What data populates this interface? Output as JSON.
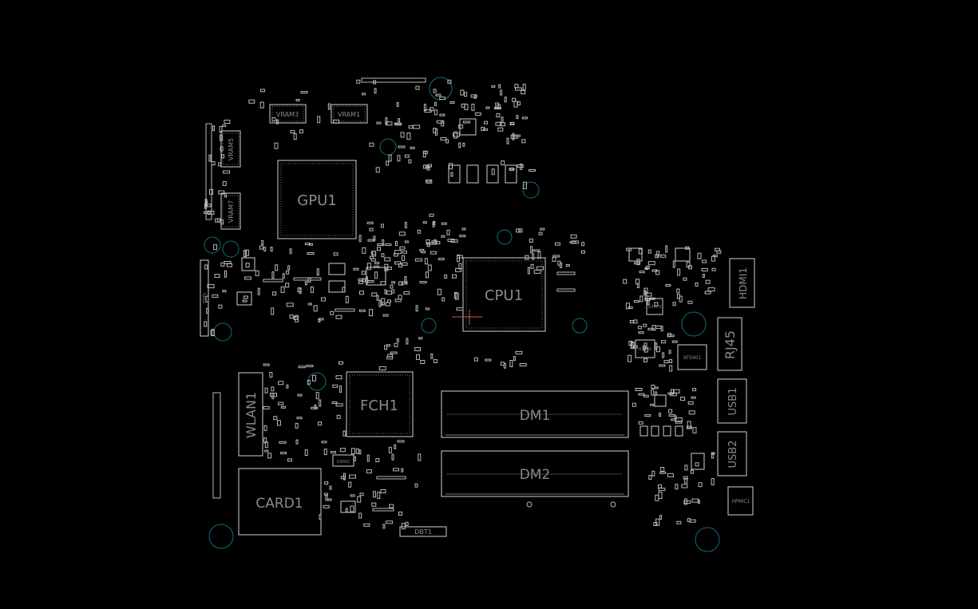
{
  "theme": {
    "background": "#000000",
    "outline": "#cfcfcf",
    "label": "#8a8a8a",
    "mounting_hole": "#0f6f7a",
    "marker": "#c06060"
  },
  "labels": {
    "gpu": "GPU1",
    "cpu": "CPU1",
    "fch": "FCH1",
    "dm1": "DM1",
    "dm2": "DM2",
    "card": "CARD1",
    "wlan": "WLAN1",
    "rj45": "RJ45",
    "usb1": "USB1",
    "usb2": "USB2",
    "hdmi": "HDMI1",
    "hpmic": "HPMIC1",
    "dbt": "DBT1",
    "vram1": "VRAM1",
    "vram3": "VRAM3",
    "vram5": "VRAM5",
    "vram7": "VRAM7",
    "xf": "XF5901",
    "u9002": "U9002",
    "u3401": "U3401",
    "u3403": "U3403",
    "edp": "EDP1"
  }
}
